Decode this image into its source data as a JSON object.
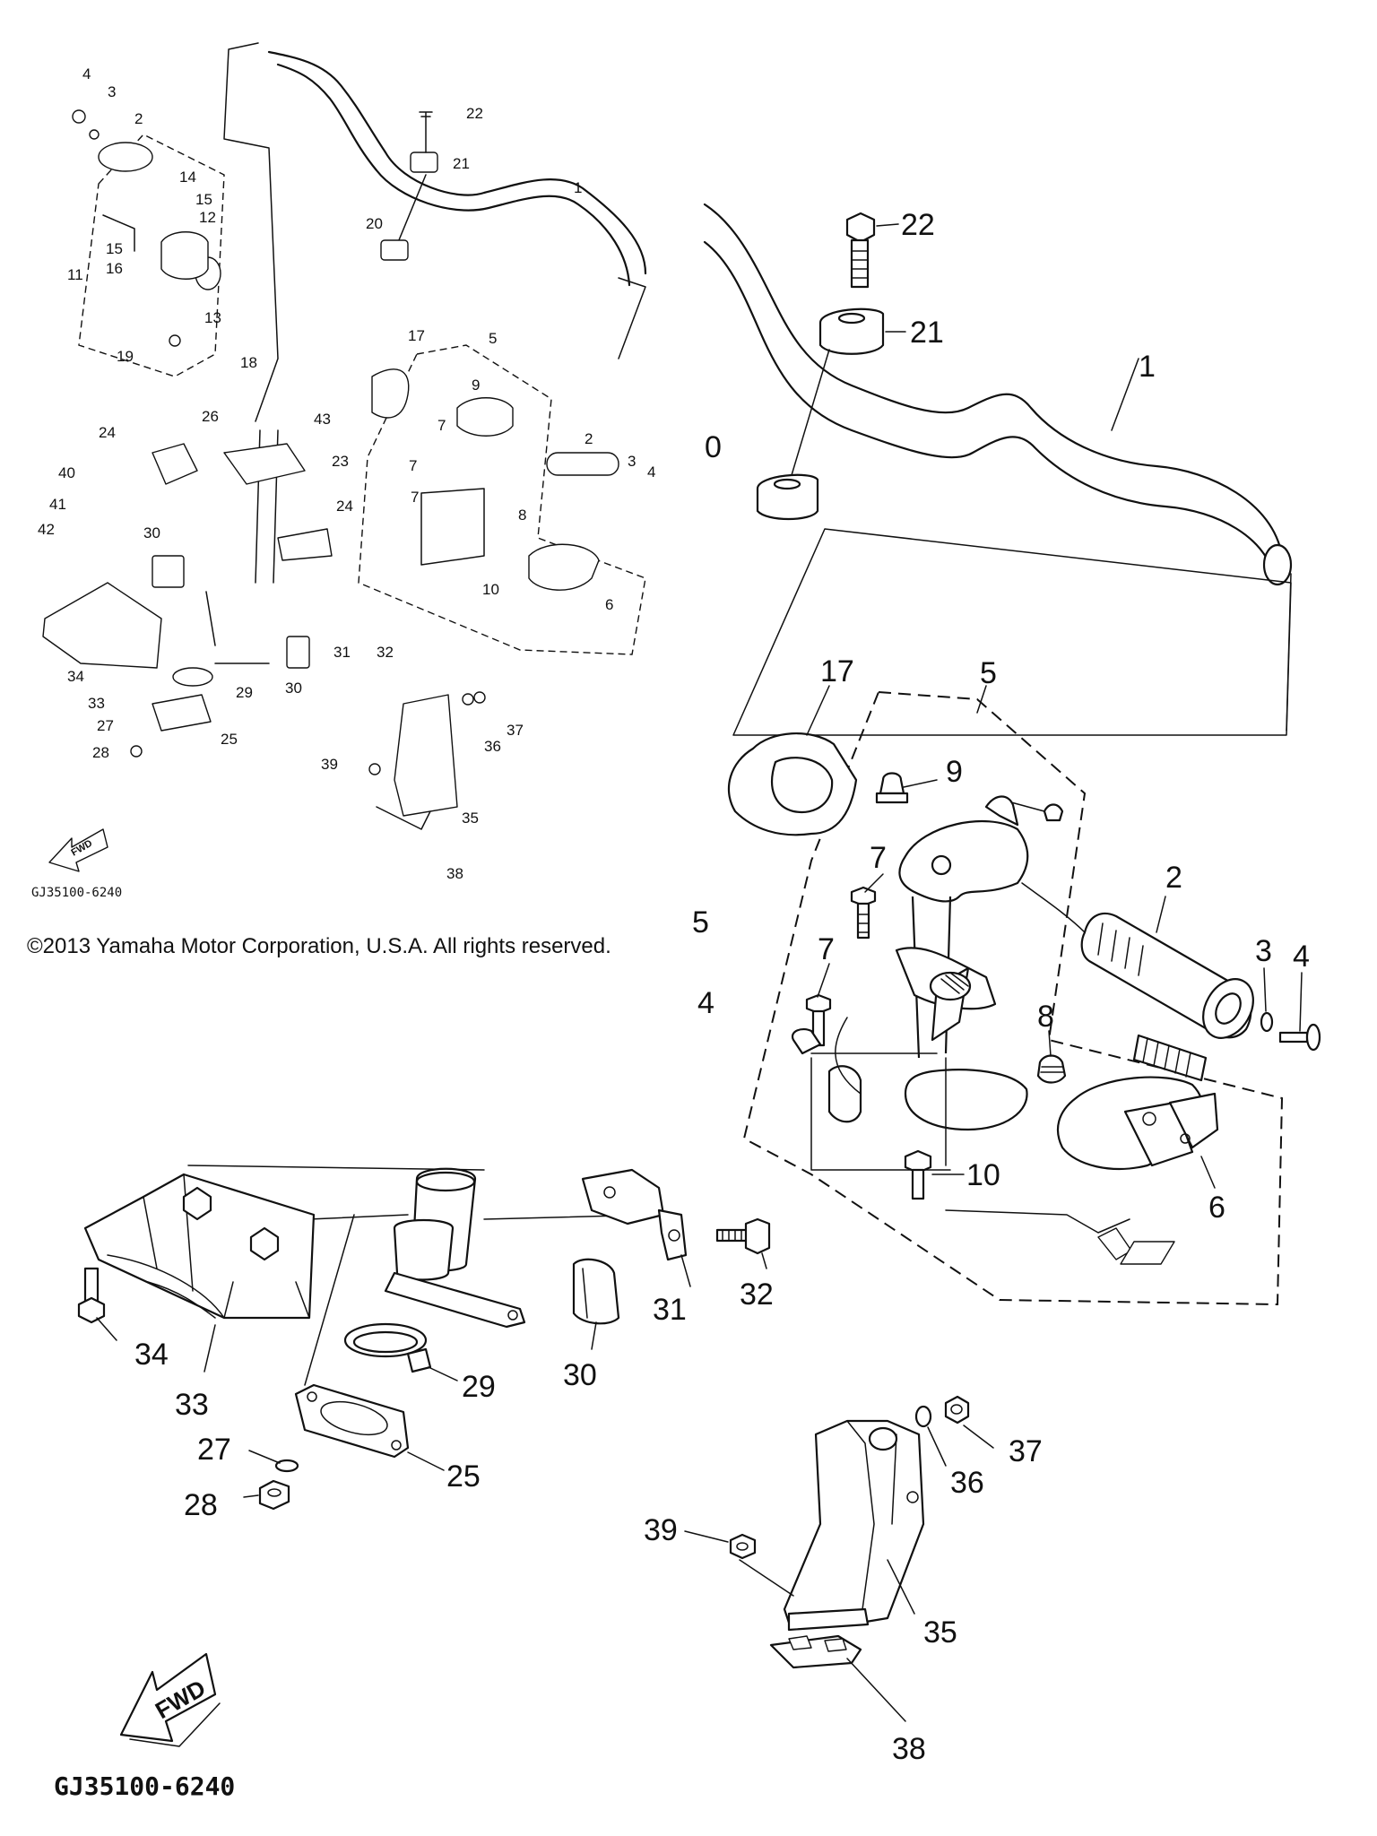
{
  "copyright": "©2013 Yamaha Motor Corporation, U.S.A. All rights reserved.",
  "diagram_code_small": "GJ35100-6240",
  "diagram_code_large": "GJ35100-6240",
  "fwd_label": "FWD",
  "small_view_callouts": [
    "1",
    "2",
    "3",
    "4",
    "5",
    "7",
    "7",
    "7",
    "8",
    "9",
    "10",
    "11",
    "12",
    "13",
    "14",
    "15",
    "15",
    "16",
    "17",
    "18",
    "19",
    "20",
    "21",
    "22",
    "23",
    "24",
    "24",
    "25",
    "26",
    "27",
    "28",
    "29",
    "30",
    "30",
    "31",
    "32",
    "33",
    "34",
    "35",
    "36",
    "37",
    "38",
    "39",
    "40",
    "41",
    "42",
    "43",
    "6"
  ],
  "large_view_callouts": {
    "handlebar": [
      "22",
      "21",
      "1"
    ],
    "switch_assembly": [
      "17",
      "5",
      "9",
      "7",
      "7",
      "2",
      "3",
      "4",
      "8",
      "10",
      "6"
    ],
    "lower_bracket": [
      "33",
      "34",
      "31",
      "32",
      "29",
      "30",
      "27",
      "28",
      "25"
    ],
    "guard": [
      "37",
      "36",
      "39",
      "35",
      "38"
    ]
  }
}
